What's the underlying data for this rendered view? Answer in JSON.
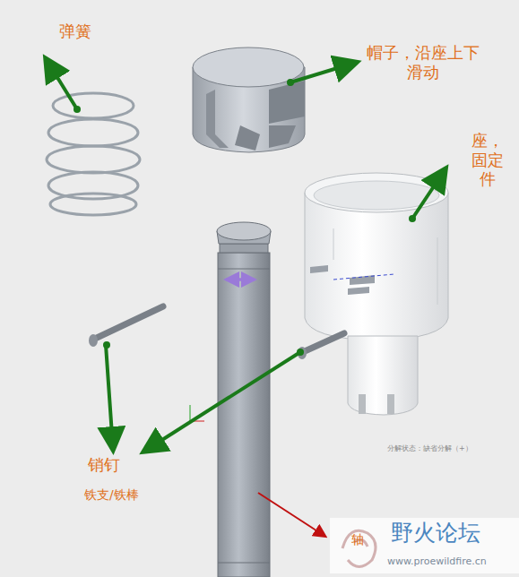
{
  "diagram": {
    "labels": [
      "弹簧",
      "帽子，沿座上下滑动",
      "座，固定件",
      "销钉",
      "铁支/铁棒",
      "轴",
      "分解状态：缺省分解（+）",
      "野火论坛",
      "www.proewildfire.cn"
    ]
  }
}
